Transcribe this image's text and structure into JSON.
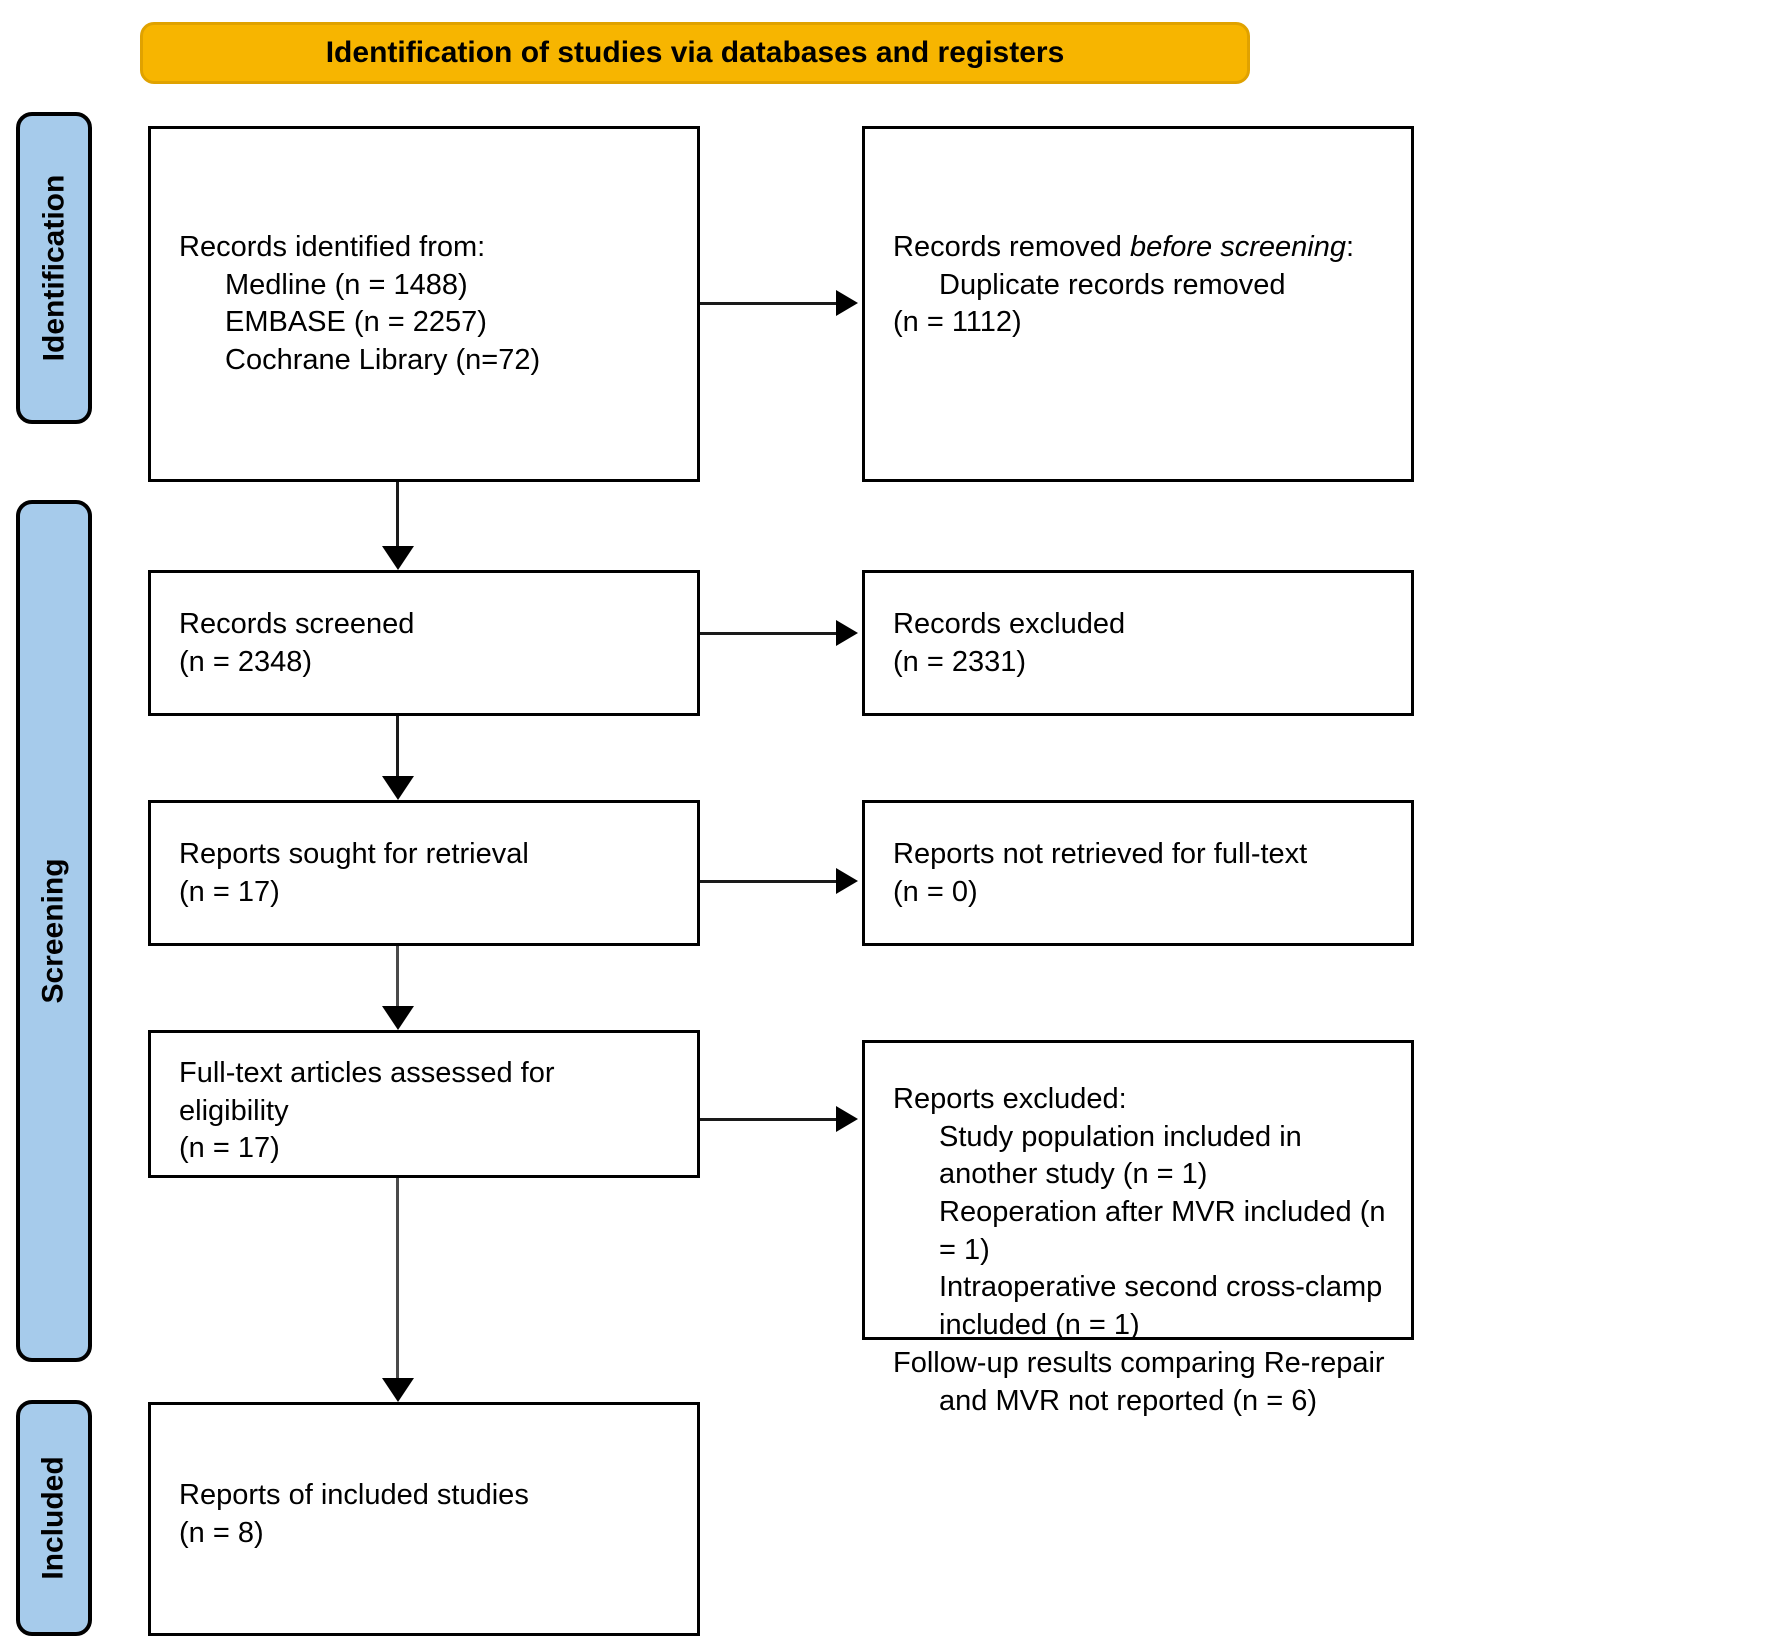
{
  "diagram": {
    "type": "prisma-flow-diagram",
    "banner": {
      "title": "Identification of studies via databases and registers"
    },
    "phases": [
      {
        "id": "identification",
        "label": "Identification"
      },
      {
        "id": "screening",
        "label": "Screening"
      },
      {
        "id": "included",
        "label": "Included"
      }
    ],
    "boxes": {
      "records_identified": {
        "lines": [
          "Records identified from:",
          "Medline (n = 1488)",
          "EMBASE (n = 2257)",
          "Cochrane Library (n=72)"
        ]
      },
      "records_removed": {
        "lead": "Records removed ",
        "lead_italic": "before screening",
        "lead_tail": ":",
        "lines": [
          "Duplicate records removed",
          "(n = 1112)"
        ]
      },
      "records_screened": {
        "lines": [
          "Records screened",
          "(n = 2348)"
        ]
      },
      "records_excluded": {
        "lines": [
          "Records excluded",
          "(n = 2331)"
        ]
      },
      "reports_sought": {
        "lines": [
          "Reports sought for retrieval",
          "(n = 17)"
        ]
      },
      "reports_not_retrieved": {
        "lines": [
          "Reports not retrieved for full-text",
          "(n = 0)"
        ]
      },
      "full_text_assessed": {
        "lines": [
          "Full-text articles assessed for",
          "eligibility",
          "(n = 17)"
        ]
      },
      "reports_excluded": {
        "title": "Reports excluded:",
        "items": [
          "Study population included in another study (n = 1)",
          "Reoperation after MVR included (n = 1)",
          "Intraoperative second cross-clamp included (n = 1)",
          "Follow-up results comparing Re-repair and MVR not reported (n = 6)"
        ]
      },
      "included_studies": {
        "lines": [
          "Reports of included studies",
          "(n = 8)"
        ]
      }
    },
    "colors": {
      "banner_fill": "#f7b500",
      "phase_fill": "#a6cbeb",
      "box_border": "#000000",
      "connector": "#1a1a1a",
      "background": "#ffffff"
    }
  }
}
